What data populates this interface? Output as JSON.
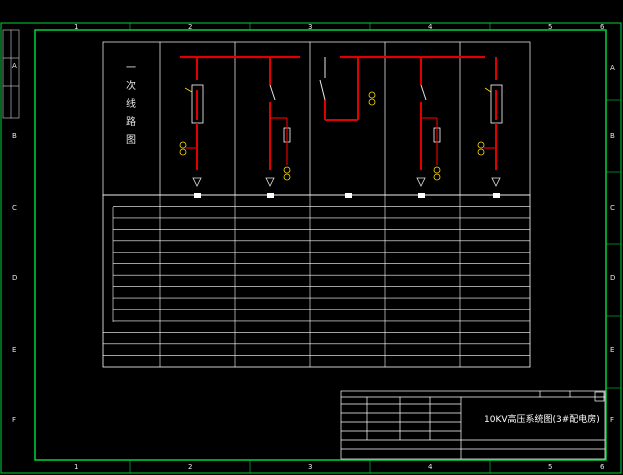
{
  "zones": {
    "top": [
      "1",
      "2",
      "3",
      "4",
      "5",
      "6"
    ],
    "bottom": [
      "1",
      "2",
      "3",
      "4",
      "5",
      "6"
    ],
    "left": [
      "A",
      "B",
      "C",
      "D",
      "E",
      "F"
    ],
    "right": [
      "A",
      "B",
      "C",
      "D",
      "E",
      "F"
    ]
  },
  "schematic": {
    "side_title": "一\n次\n线\n路\n图",
    "bus_left_label": "",
    "bus_right_label": "",
    "cabinet_ids": [
      "",
      "",
      "",
      "",
      ""
    ]
  },
  "table": {
    "category_labels": [
      "",
      "",
      ""
    ],
    "rows": [
      {
        "label": "",
        "cells": [
          "",
          "",
          "",
          "",
          ""
        ]
      },
      {
        "label": "",
        "cells": [
          "",
          "",
          "",
          "",
          ""
        ]
      },
      {
        "label": "",
        "cells": [
          "",
          "",
          "",
          "",
          ""
        ]
      },
      {
        "label": "",
        "cells": [
          "",
          "",
          "",
          "",
          ""
        ]
      },
      {
        "label": "",
        "cells": [
          "",
          "",
          "",
          "",
          ""
        ]
      },
      {
        "label": "",
        "cells": [
          "",
          "",
          "",
          "",
          ""
        ]
      },
      {
        "label": "",
        "cells": [
          "",
          "",
          "",
          "",
          ""
        ]
      },
      {
        "label": "",
        "cells": [
          "",
          "",
          "",
          "",
          ""
        ]
      },
      {
        "label": "",
        "cells": [
          "",
          "",
          "",
          "",
          ""
        ]
      },
      {
        "label": "",
        "cells": [
          "",
          "",
          "",
          "",
          ""
        ]
      },
      {
        "label": "",
        "cells": [
          "",
          "",
          "",
          "",
          ""
        ]
      },
      {
        "label": "",
        "cells": [
          "",
          "",
          "",
          "",
          ""
        ]
      },
      {
        "label": "",
        "cells": [
          "",
          "",
          "",
          "",
          ""
        ]
      },
      {
        "label": "",
        "cells": [
          "",
          "",
          "",
          "",
          ""
        ]
      },
      {
        "label": "",
        "cells": [
          "",
          "",
          "",
          "",
          ""
        ]
      }
    ]
  },
  "notes": {
    "heading": "",
    "lines": [
      "",
      "",
      "",
      "",
      ""
    ]
  },
  "title_block": {
    "drawing_title": "10KV高压系统图(3#配电房)",
    "drawing_no": "",
    "left_labels": [
      "",
      "",
      "",
      ""
    ],
    "right_labels": [
      "",
      "",
      "",
      ""
    ],
    "bottom_cells": [
      "",
      "",
      "",
      "",
      "",
      "",
      ""
    ]
  },
  "left_strip": {
    "labels": [
      "",
      "",
      ""
    ]
  },
  "colors": {
    "frame": "#00d23c",
    "grid": "#ffffff",
    "circuit": "#e00000",
    "accent": "#ffe000",
    "aux": "#00c0c0"
  }
}
